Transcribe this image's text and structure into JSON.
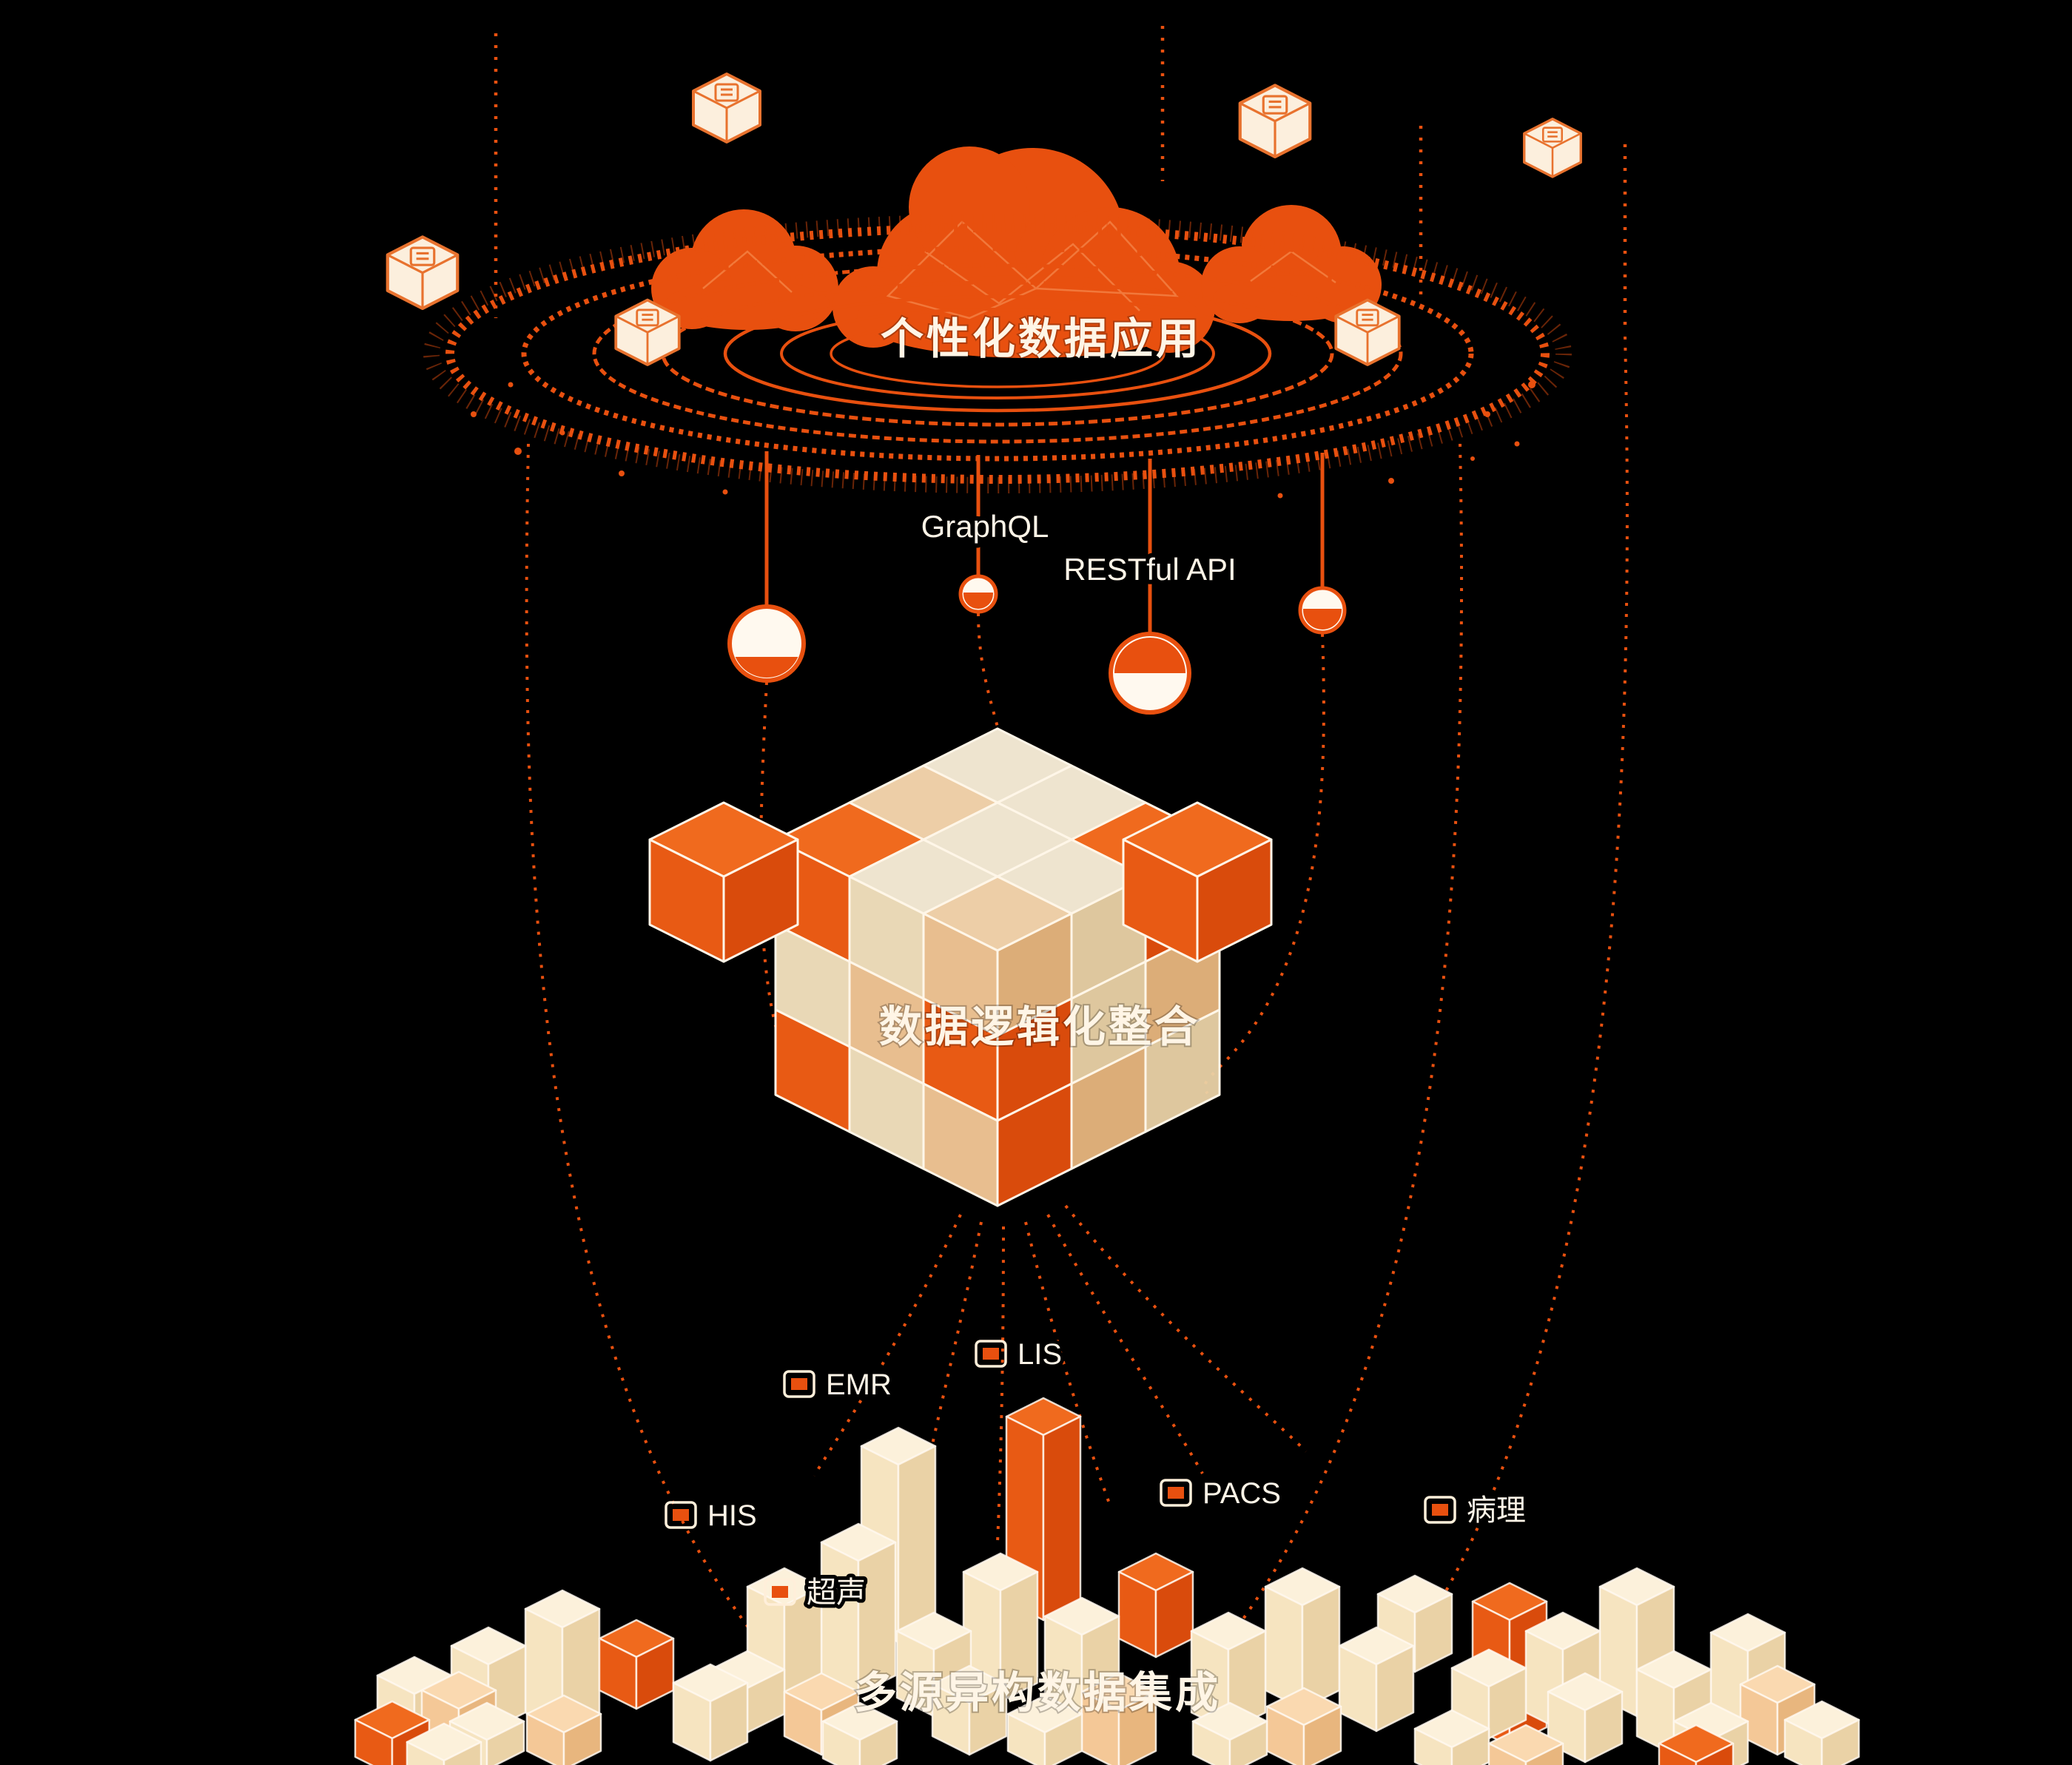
{
  "background": "#000000",
  "palette": {
    "accent_orange": "#E8500F",
    "orange_light": "#F06A1E",
    "orange_deep": "#D94B0C",
    "cream": "#F8E7C6",
    "peach": "#F8CF9E",
    "warm_white": "#FFF5E6"
  },
  "icons": {
    "cloud": "cloud-icon",
    "cube": "isometric-cube-icon",
    "sphere": "api-node-sphere-icon",
    "tag_chip": "window-chip-icon"
  },
  "top": {
    "title": "个性化数据应用"
  },
  "middle": {
    "title": "数据逻辑化整合",
    "apis": [
      {
        "label": "GraphQL"
      },
      {
        "label": "RESTful API"
      }
    ]
  },
  "bottom": {
    "title": "多源异构数据集成",
    "sources": [
      {
        "label": "LIS"
      },
      {
        "label": "EMR"
      },
      {
        "label": "HIS"
      },
      {
        "label": "PACS"
      },
      {
        "label": "病理"
      },
      {
        "label": "超声"
      }
    ]
  }
}
